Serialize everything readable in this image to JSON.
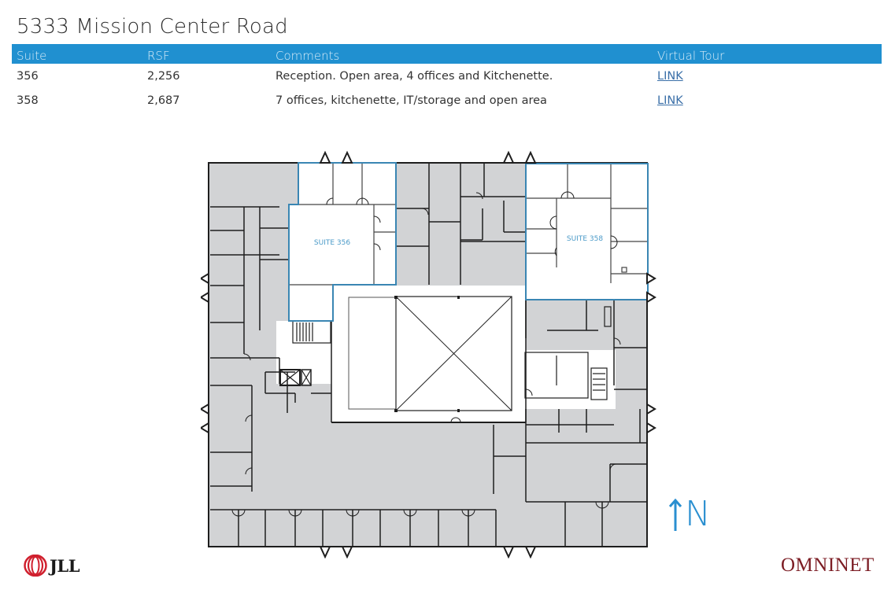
{
  "page": {
    "title": "5333 Mission Center Road"
  },
  "table": {
    "header_color": "#2090d0",
    "columns": [
      "Suite",
      "RSF",
      "Comments",
      "Virtual Tour"
    ],
    "rows": [
      {
        "suite": "356",
        "rsf": "2,256",
        "comments": "Reception. Open area, 4 offices and Kitchenette.",
        "tour": "LINK"
      },
      {
        "suite": "358",
        "rsf": "2,687",
        "comments": "7 offices, kitchenette, IT/storage and open area",
        "tour": "LINK"
      }
    ]
  },
  "floorplan": {
    "suites": [
      {
        "label": "SUITE 356",
        "highlight": "#3a86b3"
      },
      {
        "label": "SUITE 358",
        "highlight": "#3a86b3"
      }
    ],
    "colors": {
      "occupied_fill": "#d2d3d5",
      "available_fill": "#ffffff",
      "walls": "#1e1e1e",
      "suite_outline": "#3a86b3"
    }
  },
  "compass": {
    "label": "N",
    "color": "#2a8fd0"
  },
  "logos": {
    "left": "JLL",
    "right": "OMNINET",
    "jll_color": "#d0202e",
    "omninet_color": "#7c1d24"
  }
}
